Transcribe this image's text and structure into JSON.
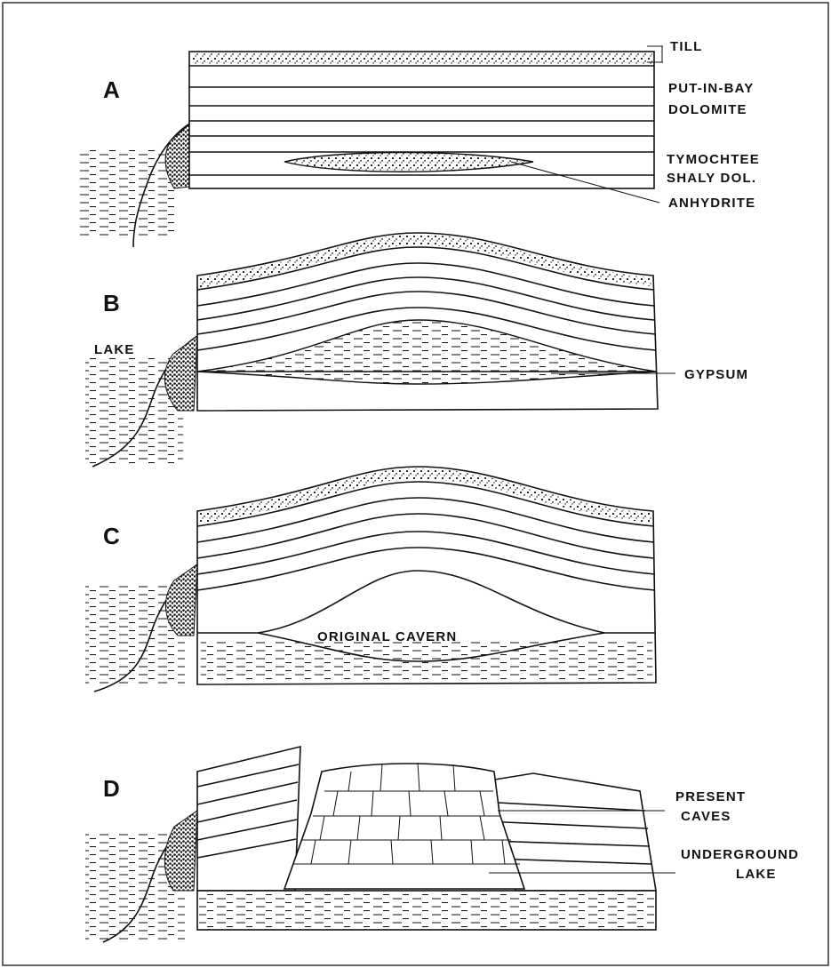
{
  "panels": [
    {
      "id": "A",
      "labels": {
        "till": "TILL",
        "dolomite_1": "PUT-IN-BAY",
        "dolomite_2": "DOLOMITE",
        "shaly_1": "TYMOCHTEE",
        "shaly_2": "SHALY DOL.",
        "anhydrite": "ANHYDRITE"
      }
    },
    {
      "id": "B",
      "labels": {
        "lake": "LAKE",
        "gypsum": "GYPSUM"
      }
    },
    {
      "id": "C",
      "labels": {
        "cavern": "ORIGINAL CAVERN"
      }
    },
    {
      "id": "D",
      "labels": {
        "caves_1": "PRESENT",
        "caves_2": "CAVES",
        "lake_1": "UNDERGROUND",
        "lake_2": "LAKE"
      }
    }
  ]
}
